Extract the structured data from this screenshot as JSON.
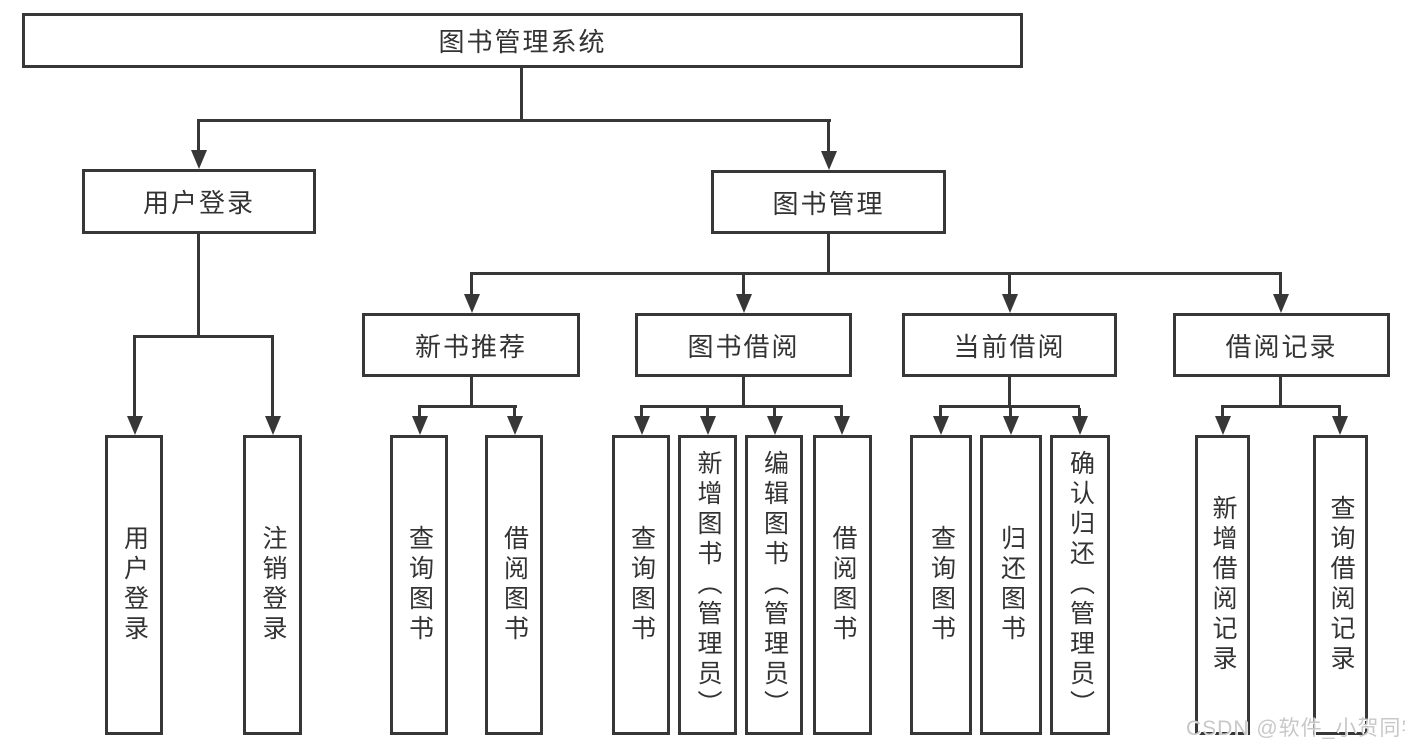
{
  "diagram_title": "图书管理系统",
  "colors": {
    "line": "#373737",
    "text": "#333333",
    "box_fill": "#ffffff",
    "watermark": "#c6c6c6"
  },
  "tree": {
    "root": {
      "label": "图书管理系统"
    },
    "children": [
      {
        "label": "用户登录",
        "children": [
          {
            "label": "用户登录"
          },
          {
            "label": "注销登录"
          }
        ]
      },
      {
        "label": "图书管理",
        "children": [
          {
            "label": "新书推荐",
            "children": [
              {
                "label": "查询图书"
              },
              {
                "label": "借阅图书"
              }
            ]
          },
          {
            "label": "图书借阅",
            "children": [
              {
                "label": "查询图书"
              },
              {
                "label": "新增图书（管理员）"
              },
              {
                "label": "编辑图书（管理员）"
              },
              {
                "label": "借阅图书"
              }
            ]
          },
          {
            "label": "当前借阅",
            "children": [
              {
                "label": "查询图书"
              },
              {
                "label": "归还图书"
              },
              {
                "label": "确认归还（管理员）"
              }
            ]
          },
          {
            "label": "借阅记录",
            "children": [
              {
                "label": "新增借阅记录"
              },
              {
                "label": "查询借阅记录"
              }
            ]
          }
        ]
      }
    ]
  },
  "watermark": {
    "text": "CSDN @软件_小贺同学"
  }
}
